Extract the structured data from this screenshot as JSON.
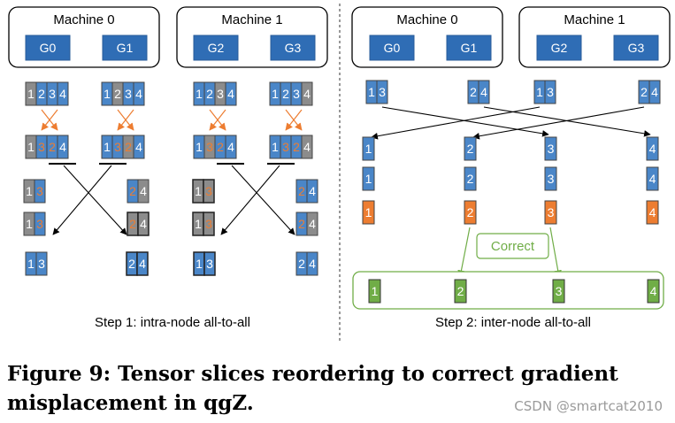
{
  "left_panel": {
    "machines": [
      {
        "name": "Machine 0",
        "gpus": [
          "G0",
          "G1"
        ]
      },
      {
        "name": "Machine 1",
        "gpus": [
          "G2",
          "G3"
        ]
      }
    ],
    "step_label": "Step 1: intra-node all-to-all"
  },
  "right_panel": {
    "machines": [
      {
        "name": "Machine 0",
        "gpus": [
          "G0",
          "G1"
        ]
      },
      {
        "name": "Machine 1",
        "gpus": [
          "G2",
          "G3"
        ]
      }
    ],
    "correct_label": "Correct",
    "step_label": "Step 2: inter-node all-to-all"
  },
  "caption": {
    "text": "Figure 9: Tensor slices reordering to correct gradient misplacement in qgZ."
  },
  "watermark": "CSDN @smartcat2010",
  "colors": {
    "blue": "#4a86c8",
    "gray": "#8c8c8c",
    "orange": "#ed7d31",
    "green": "#70ad47",
    "machine_blue": "#2f6db5"
  }
}
